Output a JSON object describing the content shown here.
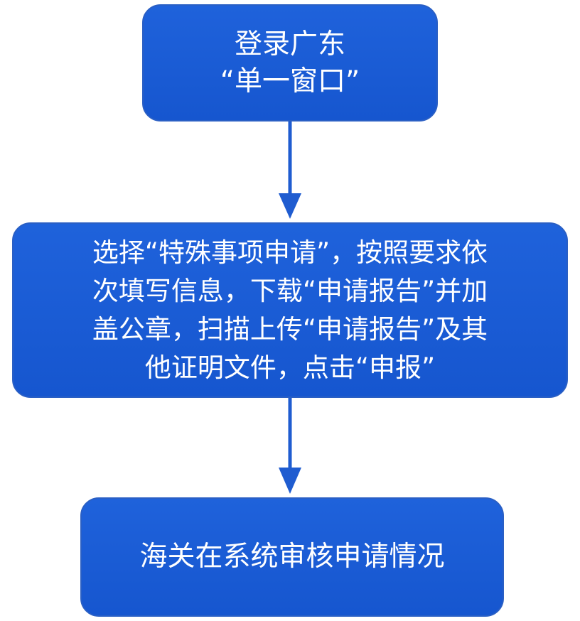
{
  "colors": {
    "box_fill": "#1a5bd6",
    "box_border": "#2a5fc4",
    "arrow": "#1f5cd0",
    "text": "#ffffff"
  },
  "steps": [
    {
      "lines": [
        "登录广东",
        "“单一窗口”"
      ]
    },
    {
      "lines": [
        "选择“特殊事项申请”，按照要求依",
        "次填写信息，下载“申请报告”并加",
        "盖公章，扫描上传“申请报告”及其",
        "他证明文件，点击“申报”"
      ]
    },
    {
      "lines": [
        "海关在系统审核申请情况"
      ]
    }
  ]
}
